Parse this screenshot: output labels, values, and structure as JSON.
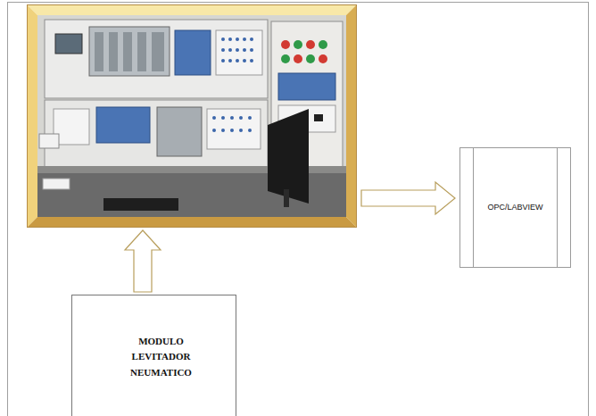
{
  "diagram": {
    "nodes": [
      {
        "text": []
      },
      {
        "text": [
          "OPC/LABVIEW"
        ]
      },
      {
        "text": [
          "MODULO LEVITADOR NEUMATICO"
        ]
      }
    ],
    "edges": [
      {
        "from": 2,
        "to": 0,
        "arrow": "to"
      },
      {
        "from": 0,
        "to": 1,
        "arrow": "to"
      }
    ]
  }
}
